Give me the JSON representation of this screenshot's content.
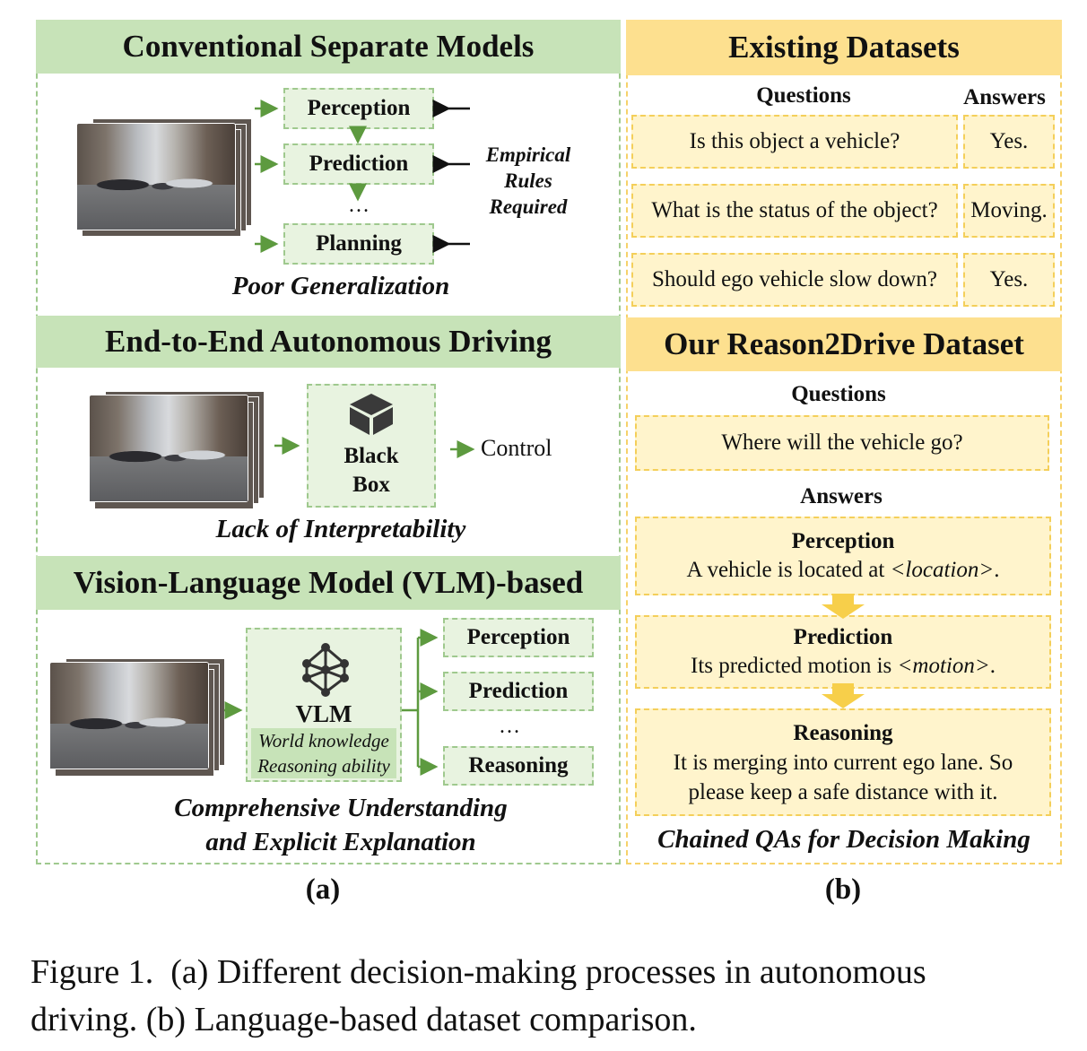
{
  "panel_a": {
    "section1": {
      "title": "Conventional Separate Models",
      "steps": [
        "Perception",
        "Prediction",
        "Planning"
      ],
      "dots": "…",
      "side_note": [
        "Empirical",
        "Rules",
        "Required"
      ],
      "caption": "Poor Generalization"
    },
    "section2": {
      "title": "End-to-End Autonomous Driving",
      "box_line1": "Black",
      "box_line2": "Box",
      "output": "Control",
      "caption": "Lack of Interpretability"
    },
    "section3": {
      "title": "Vision-Language Model (VLM)-based",
      "model": "VLM",
      "abilities": [
        "World knowledge",
        "Reasoning ability"
      ],
      "outputs": [
        "Perception",
        "Prediction",
        "Reasoning"
      ],
      "dots": "…",
      "caption_line1": "Comprehensive Understanding",
      "caption_line2": "and Explicit Explanation"
    },
    "label": "(a)"
  },
  "panel_b": {
    "existing": {
      "title": "Existing Datasets",
      "questions_header": "Questions",
      "answers_header": "Answers",
      "rows": [
        {
          "q": "Is this object a vehicle?",
          "a": "Yes."
        },
        {
          "q": "What is the status of the object?",
          "a": "Moving."
        },
        {
          "q": "Should ego vehicle slow down?",
          "a": "Yes."
        }
      ]
    },
    "ours": {
      "title": "Our Reason2Drive Dataset",
      "questions_header": "Questions",
      "question": "Where will the vehicle go?",
      "answers_header": "Answers",
      "chain": [
        {
          "title": "Perception",
          "pre": "A vehicle is located at ",
          "em": "<location>",
          "post": "."
        },
        {
          "title": "Prediction",
          "pre": "Its predicted motion is ",
          "em": "<motion>",
          "post": "."
        },
        {
          "title": "Reasoning",
          "line1": "It is merging into current ego lane. So",
          "line2": "please keep a safe distance with it."
        }
      ],
      "caption": "Chained QAs for Decision Making"
    },
    "label": "(b)"
  },
  "figure_caption": {
    "line1": "Figure 1.  (a) Different decision-making processes in autonomous",
    "line2": "driving. (b) Language-based dataset comparison."
  },
  "colors": {
    "green_band": "#c7e3b8",
    "green_arrow": "#5d9a3f",
    "gold_band": "#fde08f",
    "gold_arrow": "#f7cf4a"
  }
}
